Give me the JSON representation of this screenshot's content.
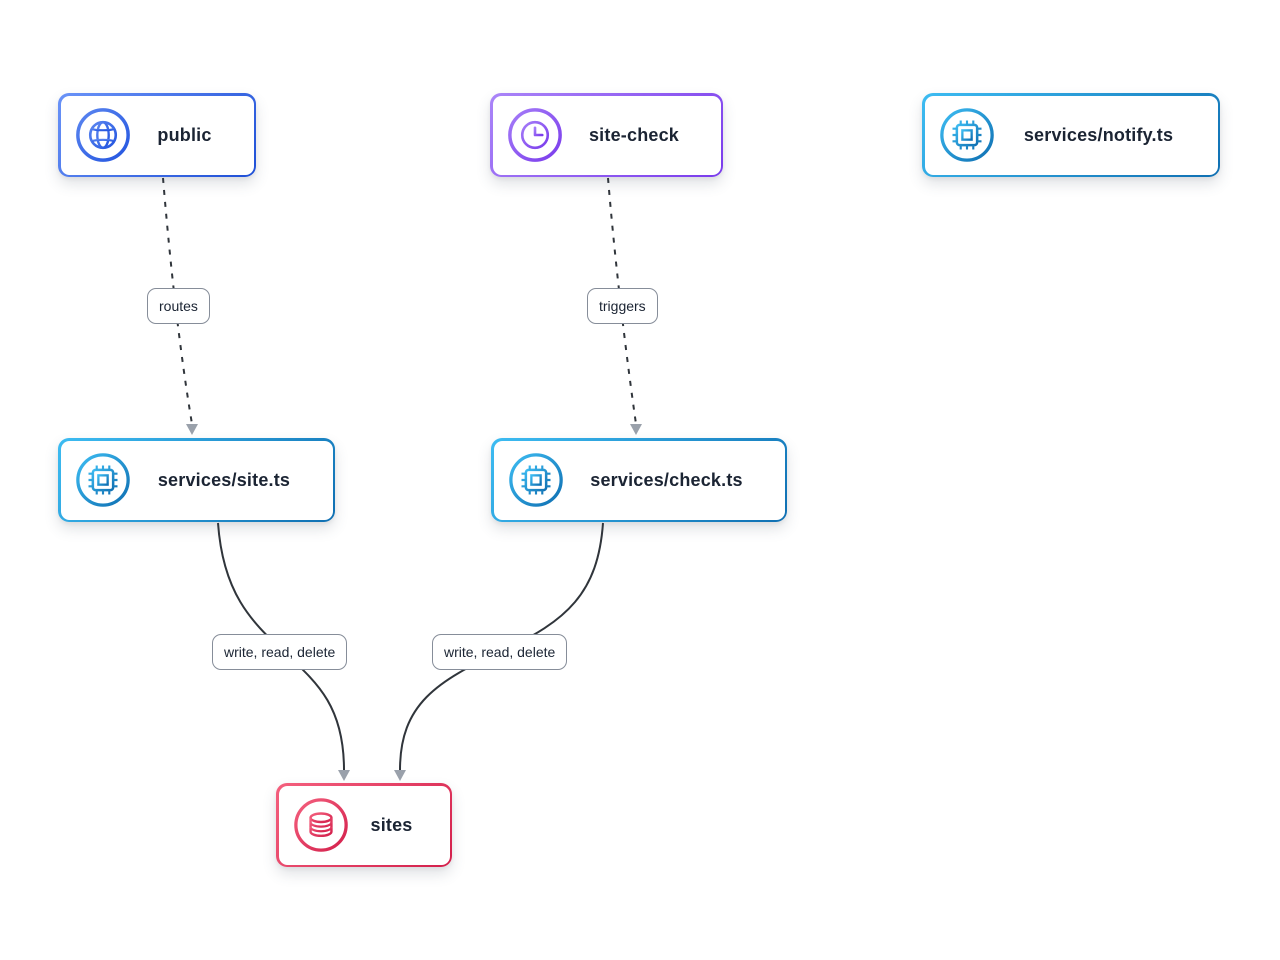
{
  "diagram": {
    "title": "service architecture diagram",
    "background": "#ffffff",
    "nodes": [
      {
        "id": "public",
        "label": "public",
        "icon": "globe-icon",
        "theme": "blue",
        "accent_start": "#6a93f8",
        "accent_end": "#1e4fd6"
      },
      {
        "id": "site-check",
        "label": "site-check",
        "icon": "clock-icon",
        "theme": "purple",
        "accent_start": "#aa85f8",
        "accent_end": "#7a3bec"
      },
      {
        "id": "services/notify.ts",
        "label": "services/notify.ts",
        "icon": "chip-icon",
        "theme": "cyan",
        "accent_start": "#3dbcf2",
        "accent_end": "#0f6fb2"
      },
      {
        "id": "services/site.ts",
        "label": "services/site.ts",
        "icon": "chip-icon",
        "theme": "cyan",
        "accent_start": "#3dbcf2",
        "accent_end": "#0f6fb2"
      },
      {
        "id": "services/check.ts",
        "label": "services/check.ts",
        "icon": "chip-icon",
        "theme": "cyan",
        "accent_start": "#3dbcf2",
        "accent_end": "#0f6fb2"
      },
      {
        "id": "sites",
        "label": "sites",
        "icon": "database-icon",
        "theme": "red",
        "accent_start": "#f4607e",
        "accent_end": "#d31f4b"
      }
    ],
    "edges": [
      {
        "from": "public",
        "to": "services/site.ts",
        "label": "routes",
        "style": "dashed"
      },
      {
        "from": "site-check",
        "to": "services/check.ts",
        "label": "triggers",
        "style": "dashed"
      },
      {
        "from": "services/site.ts",
        "to": "sites",
        "label": "write, read, delete",
        "style": "solid"
      },
      {
        "from": "services/check.ts",
        "to": "sites",
        "label": "write, read, delete",
        "style": "solid"
      }
    ],
    "edge_line_color": "#30353b",
    "arrowhead_color": "#9aa1ab",
    "label_border_color": "#868d99",
    "text_color": "#1b2433"
  }
}
